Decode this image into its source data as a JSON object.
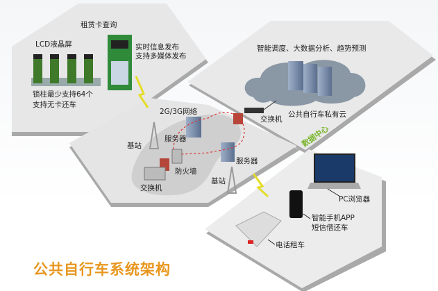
{
  "title": "公共自行车系统架构",
  "station": {
    "lcd": "LCD液晶屏",
    "card_query": "租赁卡查询",
    "info_line1": "实时信息发布",
    "info_line2": "支持多媒体发布",
    "lock_line1": "锁柱最少支持64个",
    "lock_line2": "支持无卡还车"
  },
  "network": {
    "net": "2G/3G网络",
    "base_station_1": "基站",
    "base_station_2": "基站",
    "server_1": "服务器",
    "server_2": "服务器",
    "firewall": "防火墙",
    "switch": "交换机"
  },
  "datacenter": {
    "analytics": "智能调度、大数据分析、趋势预测",
    "cloud": "公共自行车私有云",
    "switch": "交换机",
    "label": "数据中心"
  },
  "clients": {
    "pc": "PC浏览器",
    "app_line1": "智能手机APP",
    "app_line2": "短信借还车",
    "phone": "电话租车"
  },
  "colors": {
    "title": "#e8961e",
    "datacenter": "#7ab52d",
    "bike_green": "#3f7a2a"
  }
}
